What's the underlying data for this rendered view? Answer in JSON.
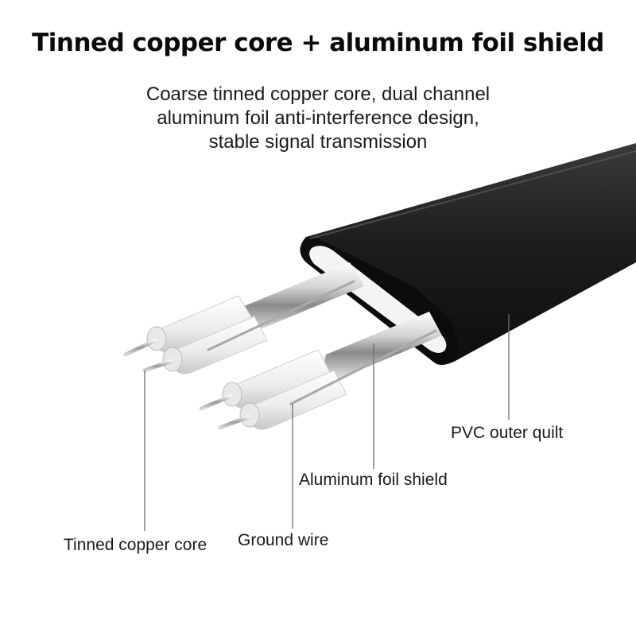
{
  "title": "Tinned copper core + aluminum foil shield",
  "subtitle": {
    "line1": "Coarse tinned copper core, dual channel",
    "line2": "aluminum foil anti-interference design,",
    "line3": "stable signal transmission"
  },
  "labels": {
    "pvc_outer": "PVC outer quilt",
    "foil_shield": "Aluminum foil shield",
    "ground_wire": "Ground wire",
    "copper_core": "Tinned copper core"
  },
  "colors": {
    "jacket": "#1b1b1b",
    "foil": "#c9c9c9",
    "insulation": "#f2f2f2",
    "copper": "#bdbdbd",
    "leader": "#6e6e6e"
  }
}
